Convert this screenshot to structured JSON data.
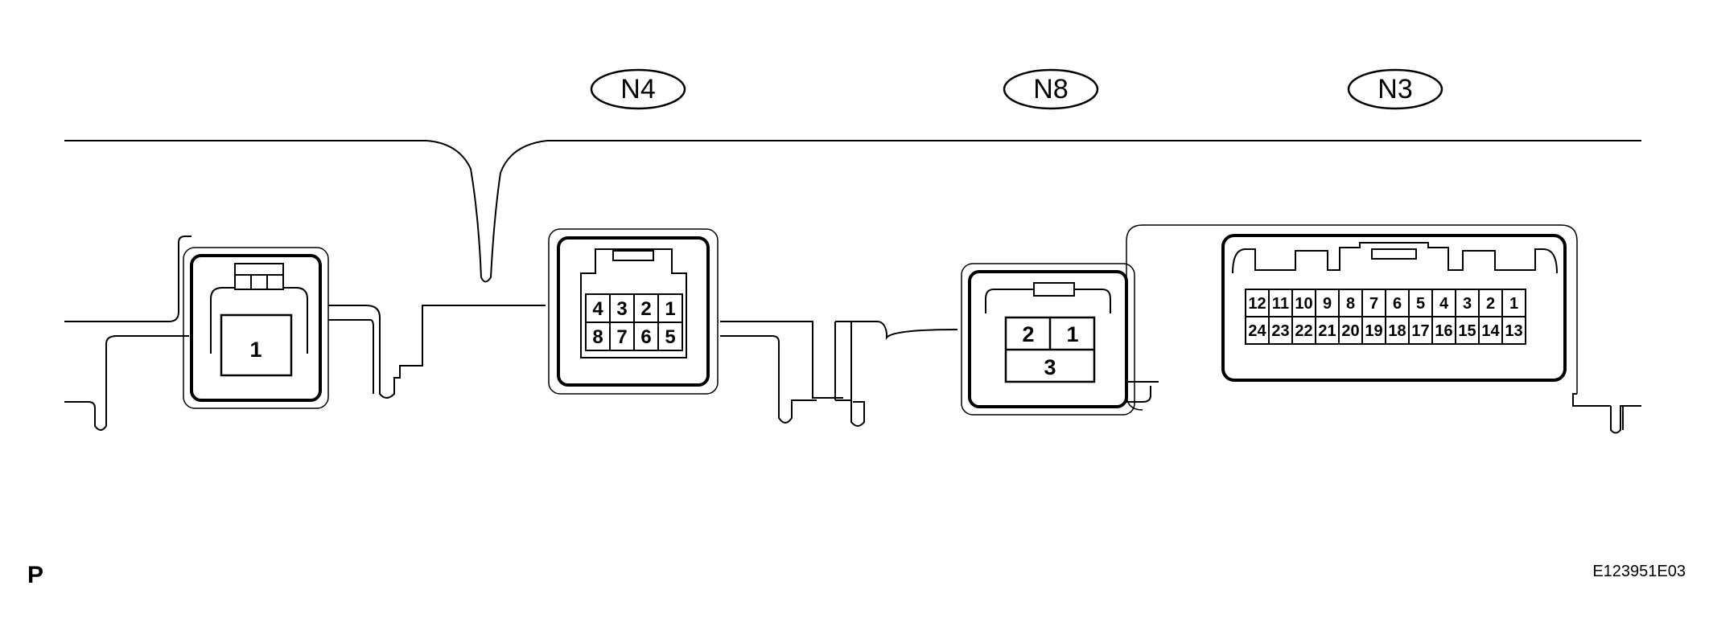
{
  "connector_labels": {
    "n4": "N4",
    "n8": "N8",
    "n3": "N3"
  },
  "connectors": {
    "single": {
      "pins": [
        "1"
      ]
    },
    "n4": {
      "row1": [
        "4",
        "3",
        "2",
        "1"
      ],
      "row2": [
        "8",
        "7",
        "6",
        "5"
      ]
    },
    "n8": {
      "pins_top": [
        "2",
        "1"
      ],
      "pins_bottom": [
        "3"
      ]
    },
    "n3": {
      "row1": [
        "12",
        "11",
        "10",
        "9",
        "8",
        "7",
        "6",
        "5",
        "4",
        "3",
        "2",
        "1"
      ],
      "row2": [
        "24",
        "23",
        "22",
        "21",
        "20",
        "19",
        "18",
        "17",
        "16",
        "15",
        "14",
        "13"
      ]
    }
  },
  "view_letter": "P",
  "figure_code": "E123951E03"
}
